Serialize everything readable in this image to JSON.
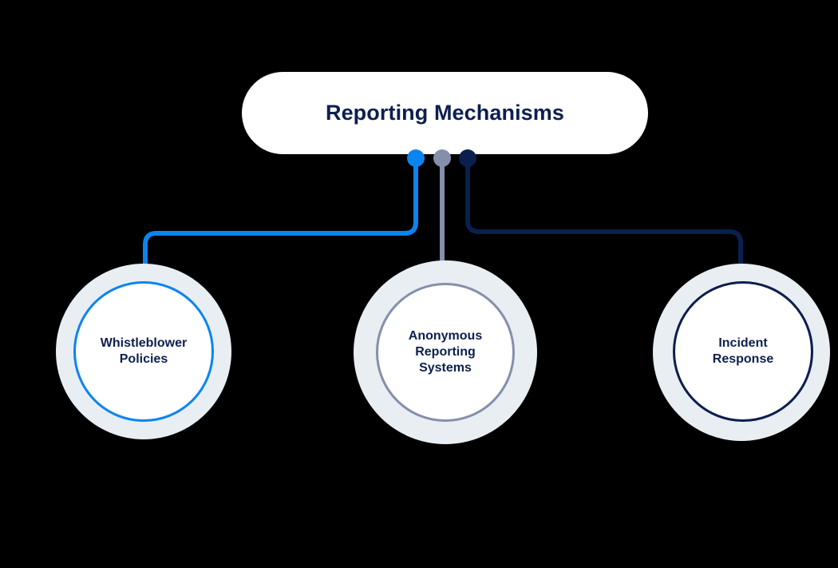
{
  "diagram": {
    "type": "hierarchy-tree",
    "background_color": "#000000",
    "title": {
      "label": "Reporting Mechanisms",
      "text_color": "#0d1f4e",
      "background_color": "#ffffff"
    },
    "halo_color": "#e9eef3",
    "node_fill_color": "#ffffff",
    "label_color": "#0d1f4e",
    "nodes": [
      {
        "id": "whistleblower-policies",
        "label": "Whistleblower\nPolicies",
        "accent_color": "#0c84ef",
        "connector": "elbow-left"
      },
      {
        "id": "anonymous-reporting-systems",
        "label": "Anonymous\nReporting\nSystems",
        "accent_color": "#8490ab",
        "connector": "straight-down"
      },
      {
        "id": "incident-response",
        "label": "Incident\nResponse",
        "accent_color": "#0a1f4e",
        "connector": "elbow-right"
      }
    ]
  }
}
